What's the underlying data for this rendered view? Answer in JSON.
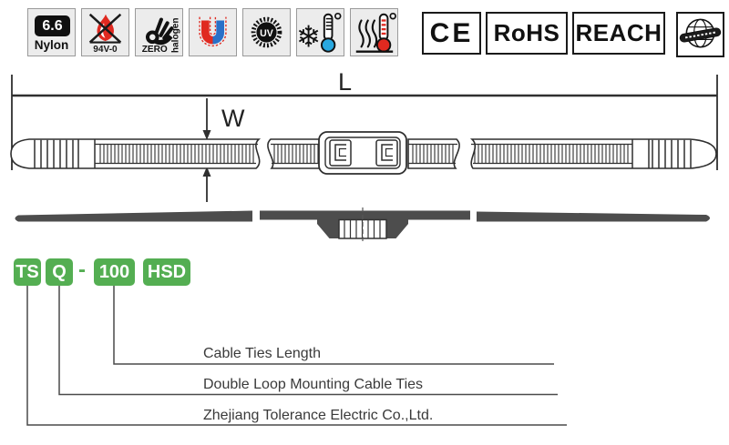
{
  "icons": {
    "nylon": {
      "value": "6.6",
      "label": "Nylon"
    },
    "flame": {
      "label": "94V-0"
    },
    "halogen": {
      "zero": "ZERO",
      "word": "halogen"
    },
    "uv": {
      "label": "UV"
    },
    "cold": {
      "glyph": "❄"
    }
  },
  "certifications": {
    "ce": "CE",
    "rohs": "RoHS",
    "reach": "REACH"
  },
  "diagram": {
    "length_label": "L",
    "width_label": "W"
  },
  "part_number": {
    "series": "TS",
    "type": "Q",
    "separator": "-",
    "length": "100",
    "suffix": "HSD"
  },
  "callouts": [
    {
      "label": "Cable Ties Length"
    },
    {
      "label": "Double Loop Mounting Cable Ties"
    },
    {
      "label": "Zhejiang Tolerance Electric Co.,Ltd."
    }
  ],
  "colors": {
    "green": "#54ae52",
    "red": "#e02920",
    "blue_cold": "#29a8e0",
    "blue_magnet": "#2970c8",
    "icon_bg": "#ececec",
    "icon_border": "#9a9a9a",
    "line": "#2f2f2f",
    "profile_fill": "#4d4d4d"
  }
}
